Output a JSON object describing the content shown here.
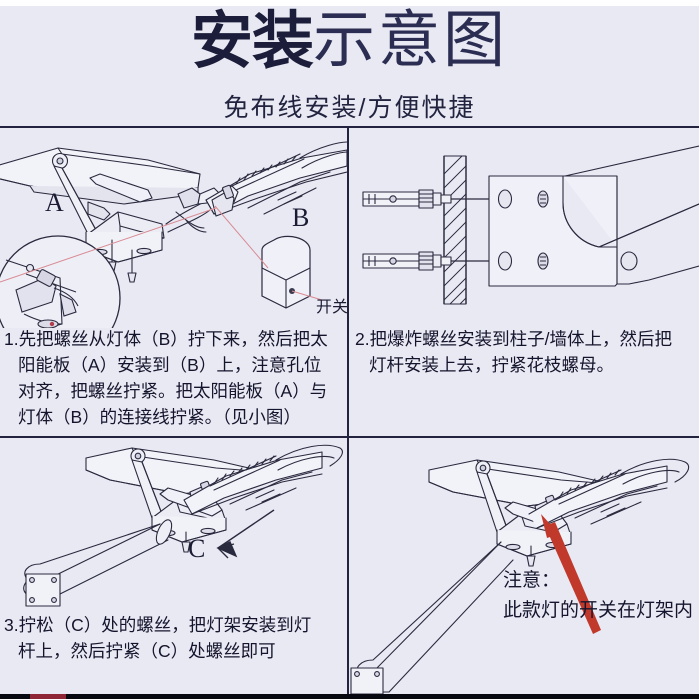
{
  "header": {
    "title_bold": "安装",
    "title_thin": "示意图",
    "subtitle": "免布线安装/方便快捷",
    "colors": {
      "title_bold": "#1b1d3a",
      "title_thin": "#2b2d52",
      "background": "#e9e9f4",
      "rule": "#23233f"
    }
  },
  "panels": [
    {
      "id": "panel-1",
      "step_number": "1.",
      "caption_line1": "1.先把螺丝从灯体（B）拧下来，然后把太",
      "caption_line2": "阳能板（A）安装到（B）上，注意孔位",
      "caption_line3": "对齐，把螺丝拧紧。把太阳能板（A）与",
      "caption_line4": "灯体（B）的连接线拧紧。（见小图）",
      "labels": {
        "solar_panel": "A",
        "lamp_body": "B",
        "switch": "开关"
      }
    },
    {
      "id": "panel-2",
      "step_number": "2.",
      "caption_line1": "2.把爆炸螺丝安装到柱子/墙体上，然后把",
      "caption_line2": "灯杆安装上去，拧紧花枝螺母。"
    },
    {
      "id": "panel-3",
      "step_number": "3.",
      "caption_line1": "3.拧松（C）处的螺丝，把灯架安装到灯",
      "caption_line2": "杆上，然后拧紧（C）处螺丝即可",
      "labels": {
        "screw_point": "C"
      }
    },
    {
      "id": "panel-4",
      "note_title": "注意：",
      "note_body": "此款灯的开关在灯架内"
    }
  ],
  "footer": {
    "accent_color": "#8e2636",
    "bar_color": "#080810"
  }
}
